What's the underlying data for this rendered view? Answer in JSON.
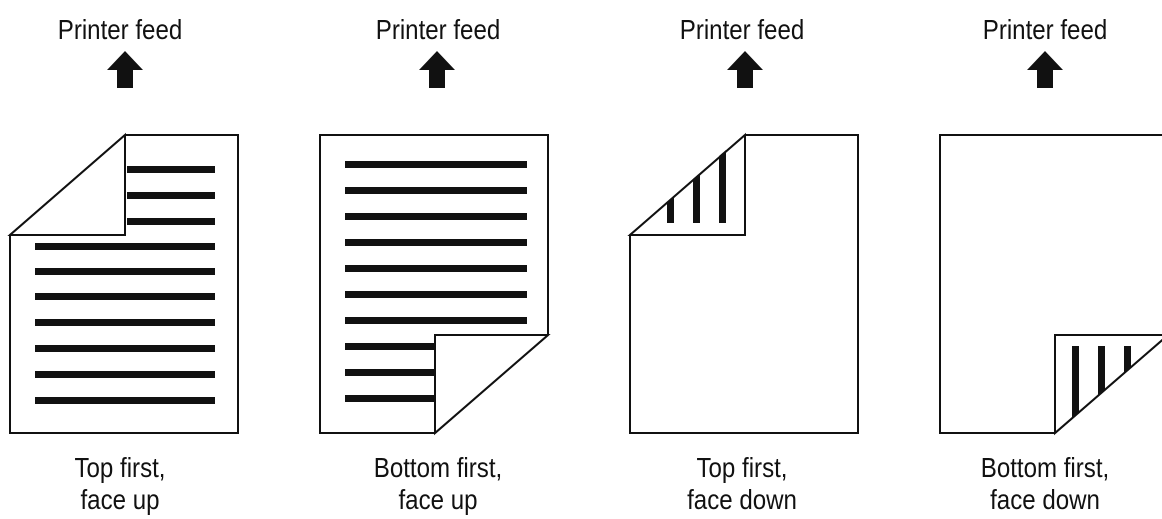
{
  "feed_label": "Printer feed",
  "colors": {
    "ink": "#111111",
    "paper": "#ffffff"
  },
  "panels": [
    {
      "caption_line1": "Top first,",
      "caption_line2": "face up"
    },
    {
      "caption_line1": "Bottom first,",
      "caption_line2": "face up"
    },
    {
      "caption_line1": "Top first,",
      "caption_line2": "face down"
    },
    {
      "caption_line1": "Bottom first,",
      "caption_line2": "face down"
    }
  ]
}
